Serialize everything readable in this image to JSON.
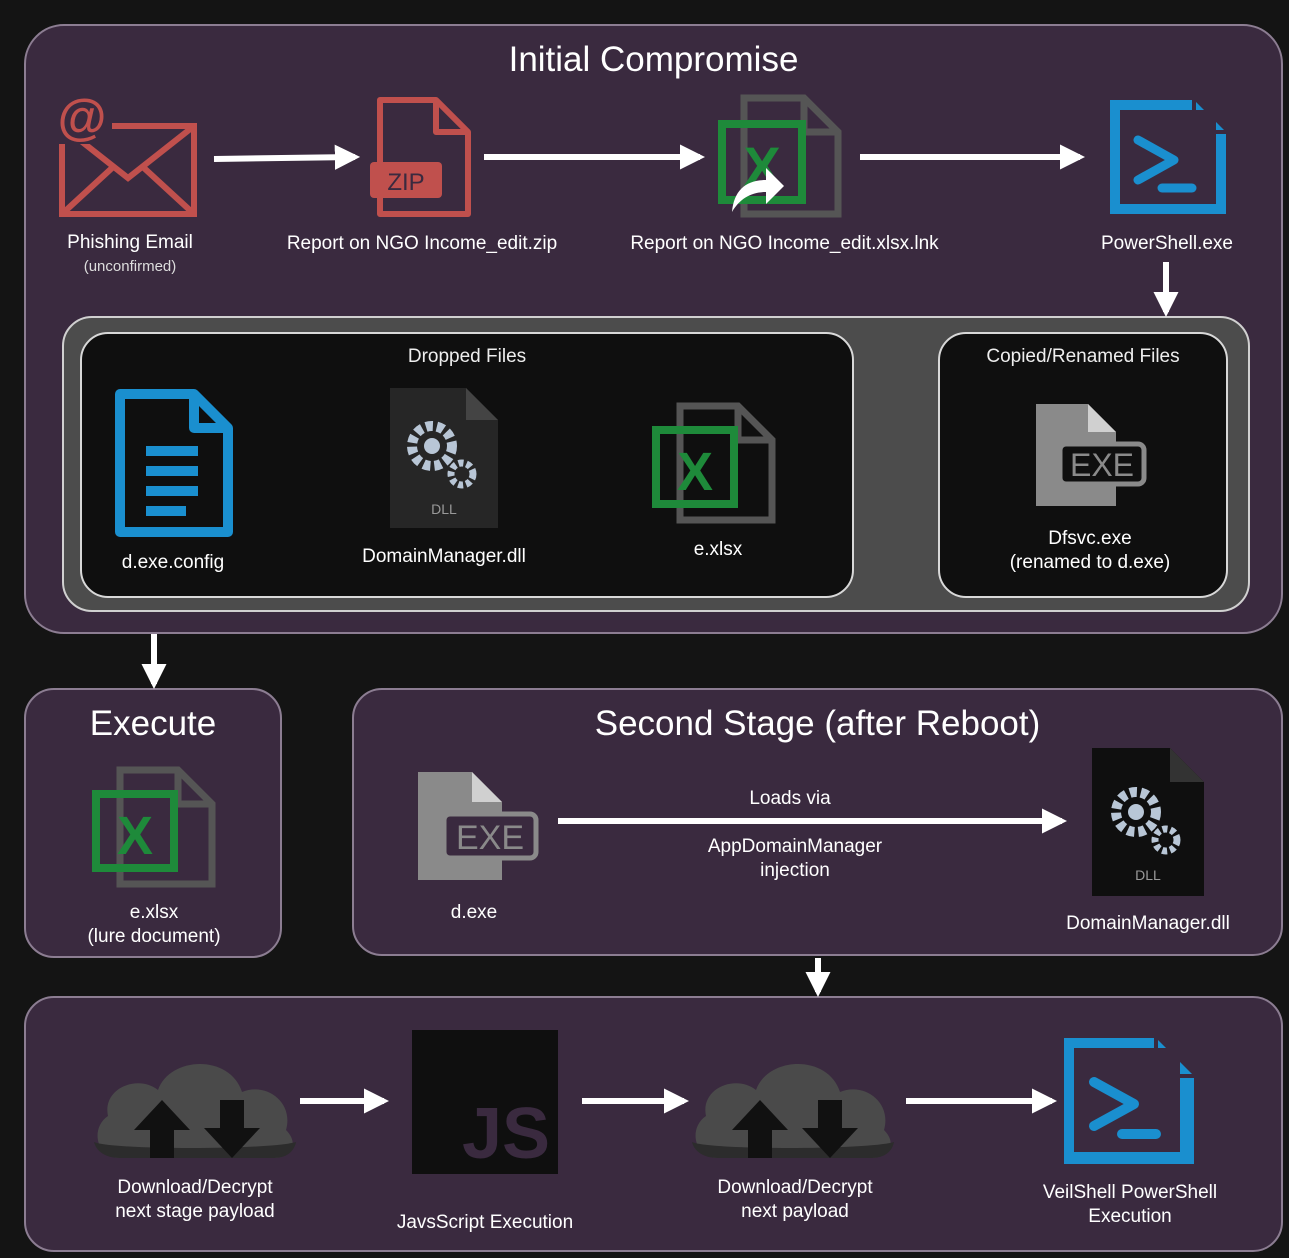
{
  "initial": {
    "title": "Initial Compromise",
    "phishing": {
      "label": "Phishing Email",
      "note": "(unconfirmed)"
    },
    "zip": {
      "label": "Report on NGO Income_edit.zip",
      "icon_text": "ZIP"
    },
    "lnk": {
      "label": "Report on NGO Income_edit.xlsx.lnk"
    },
    "powershell": {
      "label": "PowerShell.exe"
    },
    "dropped": {
      "title": "Dropped Files",
      "config": "d.exe.config",
      "dll": "DomainManager.dll",
      "dll_icon_text": "DLL",
      "xlsx": "e.xlsx"
    },
    "copied": {
      "title": "Copied/Renamed Files",
      "line1": "Dfsvc.exe",
      "line2": "(renamed to d.exe)",
      "icon_text": "EXE"
    }
  },
  "execute": {
    "title": "Execute",
    "line1": "e.xlsx",
    "line2": "(lure document)"
  },
  "second": {
    "title": "Second Stage (after Reboot)",
    "exe_label": "d.exe",
    "exe_icon_text": "EXE",
    "arrow_top": "Loads via",
    "arrow_bottom1": "AppDomainManager",
    "arrow_bottom2": "injection",
    "dll_label": "DomainManager.dll",
    "dll_icon_text": "DLL"
  },
  "final": {
    "dl1_line1": "Download/Decrypt",
    "dl1_line2": "next stage payload",
    "js_label": "JavsScript Execution",
    "js_icon_text": "JS",
    "dl2_line1": "Download/Decrypt",
    "dl2_line2": "next payload",
    "veil_line1": "VeilShell PowerShell",
    "veil_line2": "Execution"
  },
  "colors": {
    "panel": "#3a2a3f",
    "email_red": "#c0504d",
    "excel_green": "#1e8a3a",
    "powershell_blue": "#1a8fcf",
    "arrow": "#ffffff"
  }
}
